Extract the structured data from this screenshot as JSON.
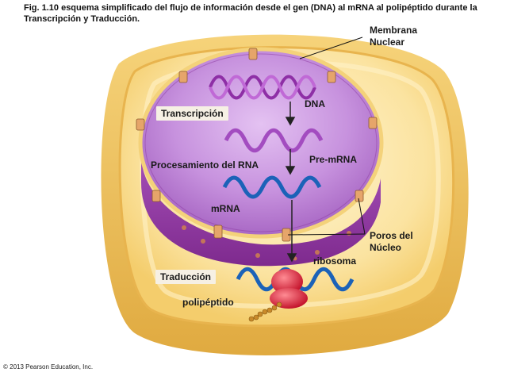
{
  "caption": "Fig. 1.10  esquema simplificado del flujo de información desde el gen (DNA) al mRNA al polipéptido durante la Transcripción y Traducción.",
  "labels": {
    "membrane_line1": "Membrana",
    "membrane_line2": "Nuclear",
    "dna": "DNA",
    "transcription": "Transcripción",
    "pre_mrna": "Pre-mRNA",
    "processing": "Procesamiento del RNA",
    "mrna": "mRNA",
    "pores_line1": "Poros del",
    "pores_line2": "Núcleo",
    "ribosome": "ribosoma",
    "translation": "Traducción",
    "polypeptide": "polipéptido"
  },
  "copyright": "© 2013 Pearson Education, Inc.",
  "colors": {
    "cell_outer": "#f2c96a",
    "cytoplasm": "#fce9b0",
    "nucleus": "#c98be0",
    "nucleus_side": "#9a3fa6",
    "dna": "#9b3fb0",
    "mrna": "#1d63b5",
    "ribosome": "#d8253a"
  }
}
